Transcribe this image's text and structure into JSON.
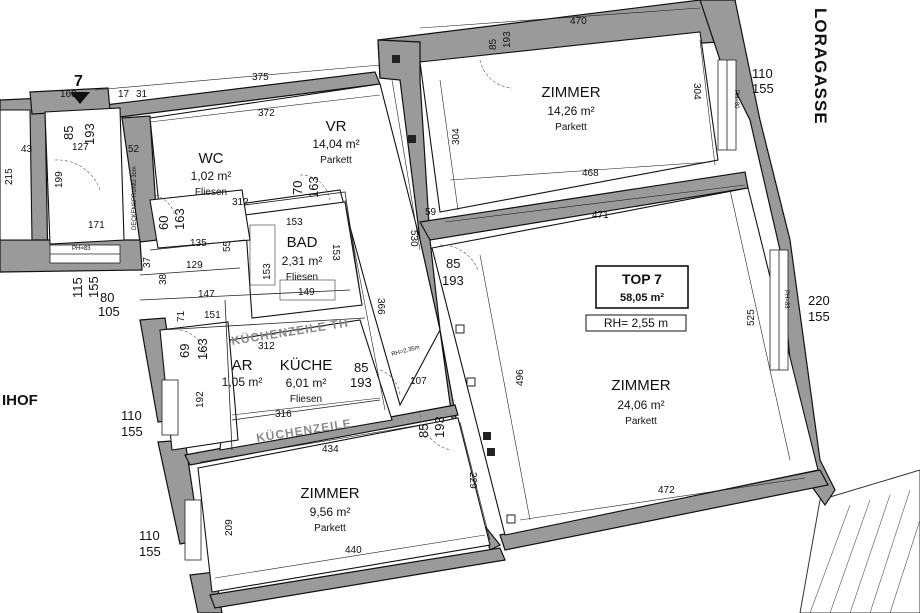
{
  "rooms": {
    "zimmer_top": {
      "name": "ZIMMER",
      "area": "14,26 m²",
      "floor": "Parkett"
    },
    "vr": {
      "name": "VR",
      "area": "14,04 m²",
      "floor": "Parkett"
    },
    "wc": {
      "name": "WC",
      "area": "1,02 m²",
      "floor": "Fliesen"
    },
    "bad": {
      "name": "BAD",
      "area": "2,31 m²",
      "floor": "Fliesen"
    },
    "ar": {
      "name": "AR",
      "area": "1,05 m²"
    },
    "kueche": {
      "name": "KÜCHE",
      "area": "6,01 m²",
      "floor": "Fliesen"
    },
    "zimmer_big": {
      "name": "ZIMMER",
      "area": "24,06 m²",
      "floor": "Parkett"
    },
    "zimmer_bottom": {
      "name": "ZIMMER",
      "area": "9,56 m²",
      "floor": "Parkett"
    }
  },
  "unit": {
    "name": "TOP 7",
    "area": "58,05 m²",
    "room_height": "RH=  2,55 m"
  },
  "labels": {
    "street": "LORAGASSE",
    "courtyard": "IHOF",
    "stair_number": "7",
    "kuechenzeile": "KÜCHENZEILE",
    "kuechenzeile_th": "KÜCHENZEILE TH",
    "deckensprung": "DECKENSPRUNG 3cm",
    "ph_83": "PH=83",
    "ph_80": "PH=80",
    "rh_small": "RH=2,35m"
  },
  "dimensions": {
    "d470": "470",
    "d85a": "85",
    "d193a": "193",
    "d304a": "304",
    "d304b": "304",
    "d110a": "110",
    "d155a": "155",
    "d468": "468",
    "d59": "59",
    "d471": "471",
    "d530": "530",
    "d375": "375",
    "d372": "372",
    "d160": "160",
    "d17": "17",
    "d31": "31",
    "d85b": "85",
    "d193b": "193",
    "d127": "127",
    "d52": "52",
    "d43": "43",
    "d199": "199",
    "d215": "215",
    "d171": "171",
    "d115": "115",
    "d155b": "155",
    "d80": "80",
    "d105": "105",
    "d312a": "312",
    "d153a": "153",
    "d70": "70",
    "d163a": "163",
    "d135": "135",
    "d60": "60",
    "d163b": "163",
    "d129": "129",
    "d37": "37",
    "d38": "38",
    "d55": "55",
    "d153b": "153",
    "d153c": "153",
    "d149": "149",
    "d147": "147",
    "d71": "71",
    "d151": "151",
    "d312b": "312",
    "d366": "366",
    "d85c": "85",
    "d193c": "193",
    "d220": "220",
    "d155c": "155",
    "d525": "525",
    "d496": "496",
    "d69": "69",
    "d163c": "163",
    "d85d": "85",
    "d193d": "193",
    "d107": "107",
    "d110b": "110",
    "d155d": "155",
    "d192": "192",
    "d316": "316",
    "d85e": "85",
    "d193e": "193",
    "d434": "434",
    "d229": "229",
    "d472": "472",
    "d209": "209",
    "d110c": "110",
    "d155e": "155",
    "d440": "440"
  },
  "colors": {
    "wall": "#9a9a9a",
    "line": "#111111",
    "kz": "#8a8a8a"
  }
}
